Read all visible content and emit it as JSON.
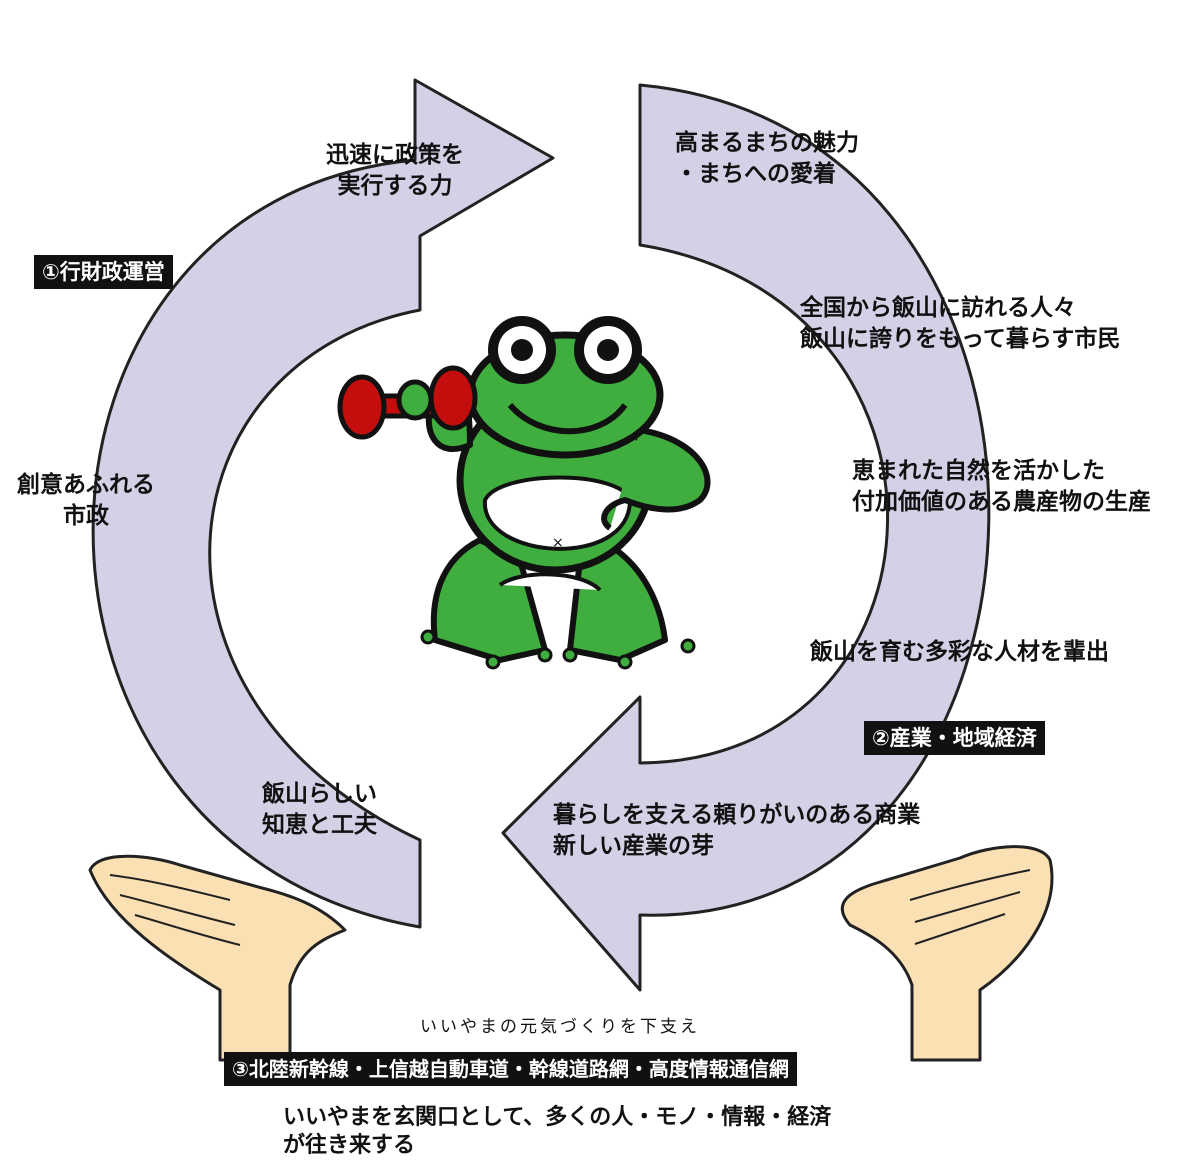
{
  "labels": {
    "admin": "①行財政運営",
    "industry": "②産業・地域経済",
    "infrastructure": "③北陸新幹線・上信越自動車道・幹線道路網・高度情報通信網"
  },
  "texts": {
    "policy": "迅速に政策を\n実行する力",
    "creative": "創意あふれる\n市政",
    "wisdom": "飯山らしい\n知恵と工夫",
    "charm": "高まるまちの魅力\n・まちへの愛着",
    "visitors": "全国から飯山に訪れる人々\n飯山に誇りをもって暮らす市民",
    "nature": "恵まれた自然を活かした\n付加価値のある農産物の生産",
    "people": "飯山を育む多彩な人材を輩出",
    "commerce": "暮らしを支える頼りがいのある商業\n新しい産業の芽",
    "support_caption": "いいやまの元気づくりを下支え",
    "gateway": "いいやまを玄関口として、多くの人・モノ・情報・経済\nが往き来する"
  },
  "icons": [
    "frog-mascot-icon",
    "dumbbell-icon",
    "left-hand-icon",
    "right-hand-icon",
    "cycle-arrow-left",
    "cycle-arrow-right"
  ],
  "colors": {
    "arrow_fill": "#d6d0e6",
    "frog_green": "#3fae3f",
    "dumbbell_red": "#c40d0d",
    "skin": "#fbe0b3"
  }
}
